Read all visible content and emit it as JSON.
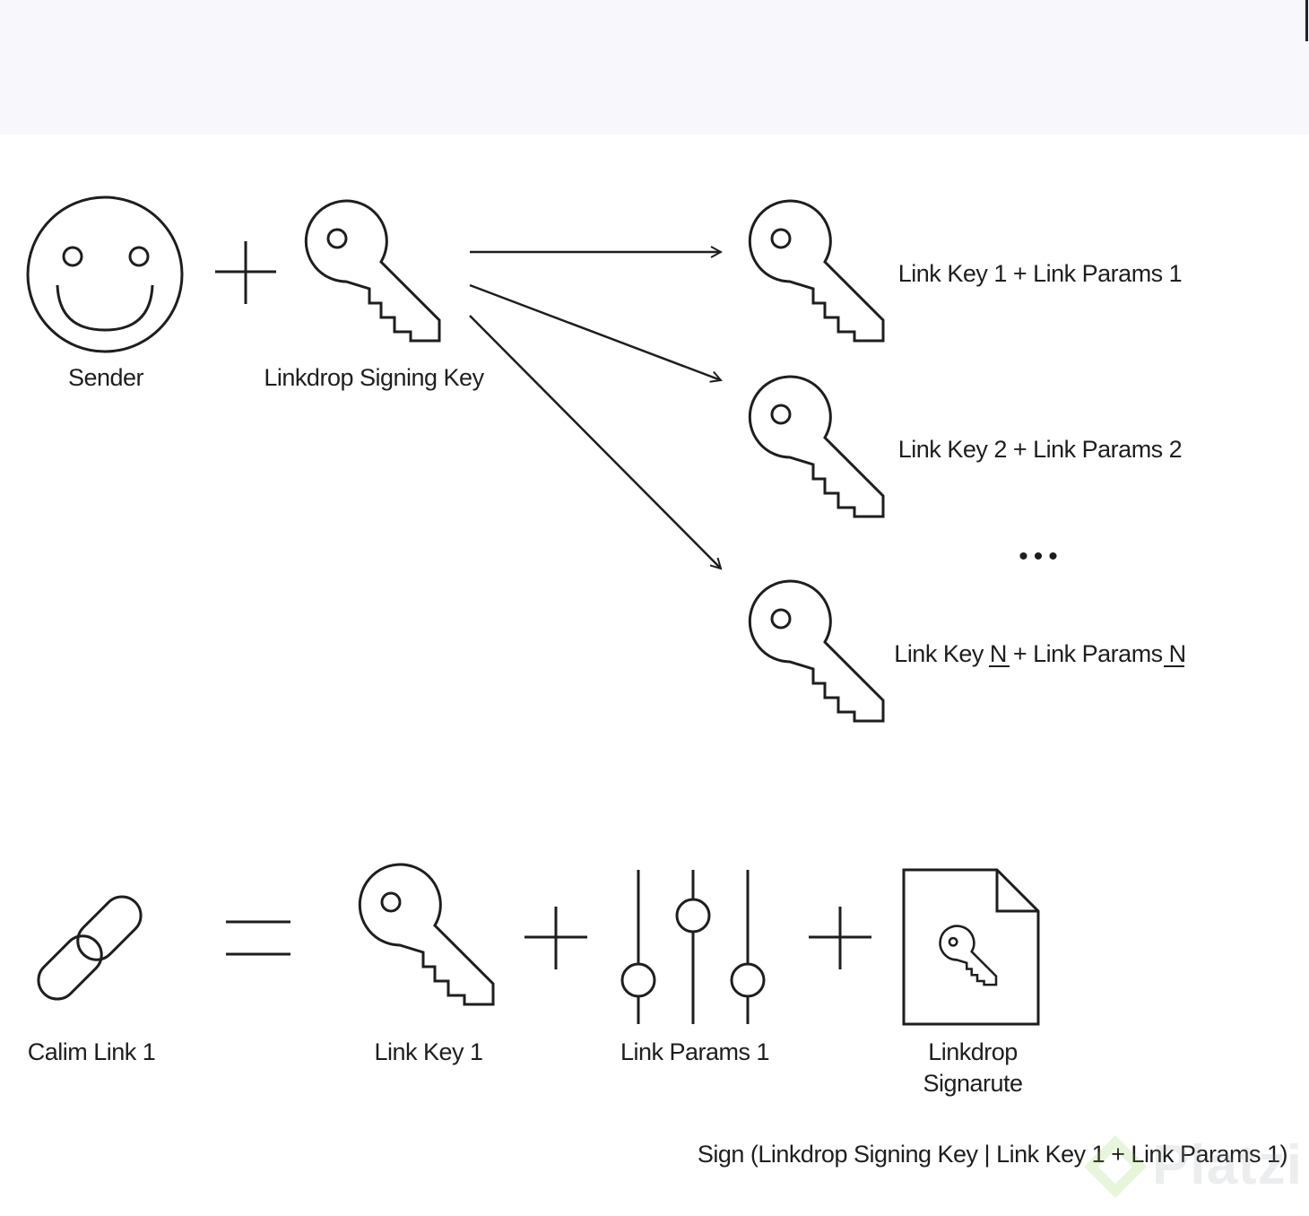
{
  "labels": {
    "sender": "Sender",
    "signing_key": "Linkdrop Signing Key",
    "link_key_1_params": "Link Key 1 + Link Params 1",
    "link_key_2_params": "Link Key 2 + Link Params 2",
    "ellipsis": "•••",
    "link_key_n_params": "Link Key N + Link Params N",
    "claim_link": "Calim Link 1",
    "link_key_1": "Link Key 1",
    "link_params_1": "Link Params 1",
    "signature_line1": "Linkdrop",
    "signature_line2": "Signarute",
    "sign_formula": "Sign (Linkdrop Signing Key | Link Key 1 + Link Params 1)"
  },
  "watermark": {
    "text": "Platzi"
  }
}
